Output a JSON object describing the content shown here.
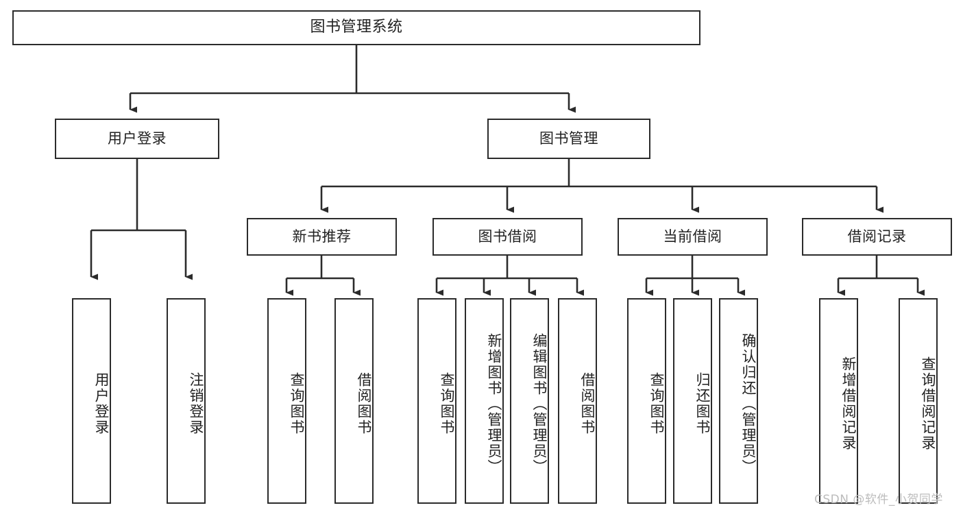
{
  "diagram": {
    "type": "tree",
    "title": "图书管理系统",
    "orientation": "top-down",
    "colors": {
      "background": "#ffffff",
      "box_border": "#2b2b2b",
      "box_fill": "#ffffff",
      "text": "#222222",
      "edge": "#2b2b2b",
      "watermark": "#bcbcbc"
    },
    "nodes": {
      "root": {
        "label": "图书管理系统",
        "level": 1
      },
      "l2": [
        {
          "id": "user_login",
          "label": "用户登录",
          "level": 2
        },
        {
          "id": "book_mgmt",
          "label": "图书管理",
          "level": 2
        }
      ],
      "l3": [
        {
          "id": "new_book_rec",
          "label": "新书推荐",
          "level": 3,
          "parent": "book_mgmt"
        },
        {
          "id": "book_borrow",
          "label": "图书借阅",
          "level": 3,
          "parent": "book_mgmt"
        },
        {
          "id": "current_borrow",
          "label": "当前借阅",
          "level": 3,
          "parent": "book_mgmt"
        },
        {
          "id": "borrow_record",
          "label": "借阅记录",
          "level": 3,
          "parent": "book_mgmt"
        }
      ],
      "leaves": [
        {
          "id": "leaf_user_login",
          "label": "用户登录",
          "parent": "user_login"
        },
        {
          "id": "leaf_user_logout",
          "label": "注销登录",
          "parent": "user_login"
        },
        {
          "id": "leaf_query_book_1",
          "label": "查询图书",
          "parent": "new_book_rec"
        },
        {
          "id": "leaf_borrow_book_1",
          "label": "借阅图书",
          "parent": "new_book_rec"
        },
        {
          "id": "leaf_query_book_2",
          "label": "查询图书",
          "parent": "book_borrow"
        },
        {
          "id": "leaf_add_book",
          "label": "新增图书（管理员）",
          "parent": "book_borrow"
        },
        {
          "id": "leaf_edit_book",
          "label": "编辑图书（管理员）",
          "parent": "book_borrow"
        },
        {
          "id": "leaf_borrow_book_2",
          "label": "借阅图书",
          "parent": "book_borrow"
        },
        {
          "id": "leaf_query_book_3",
          "label": "查询图书",
          "parent": "current_borrow"
        },
        {
          "id": "leaf_return_book",
          "label": "归还图书",
          "parent": "current_borrow"
        },
        {
          "id": "leaf_confirm_return",
          "label": "确认归还（管理员）",
          "parent": "current_borrow"
        },
        {
          "id": "leaf_add_record",
          "label": "新增借阅记录",
          "parent": "borrow_record"
        },
        {
          "id": "leaf_query_record",
          "label": "查询借阅记录",
          "parent": "borrow_record"
        }
      ]
    },
    "watermark": "CSDN @软件_小贺同学"
  }
}
